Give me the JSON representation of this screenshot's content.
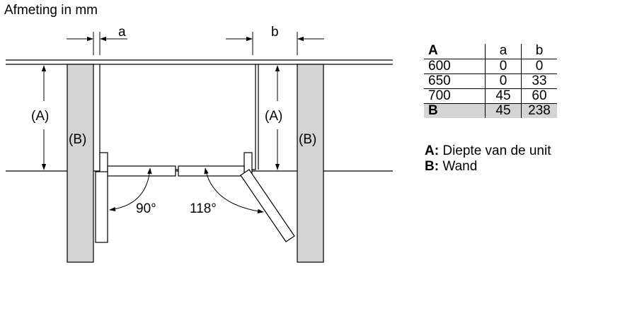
{
  "title": "Afmeting in mm",
  "dimension_labels": {
    "a": "a",
    "b": "b",
    "A": "(A)",
    "B": "(B)"
  },
  "angles": {
    "left": "90°",
    "right": "118°"
  },
  "table": {
    "header": [
      "A",
      "a",
      "b"
    ],
    "rows": [
      [
        "600",
        "0",
        "0"
      ],
      [
        "650",
        "0",
        "33"
      ],
      [
        "700",
        "45",
        "60"
      ],
      [
        "B",
        "45",
        "238"
      ]
    ]
  },
  "legend": [
    {
      "key": "A:",
      "text": "Diepte van de unit"
    },
    {
      "key": "B:",
      "text": "Wand"
    }
  ],
  "colors": {
    "wall": "#d4d4d4",
    "highlight_row": "#d4d4d4",
    "line": "#000000"
  }
}
